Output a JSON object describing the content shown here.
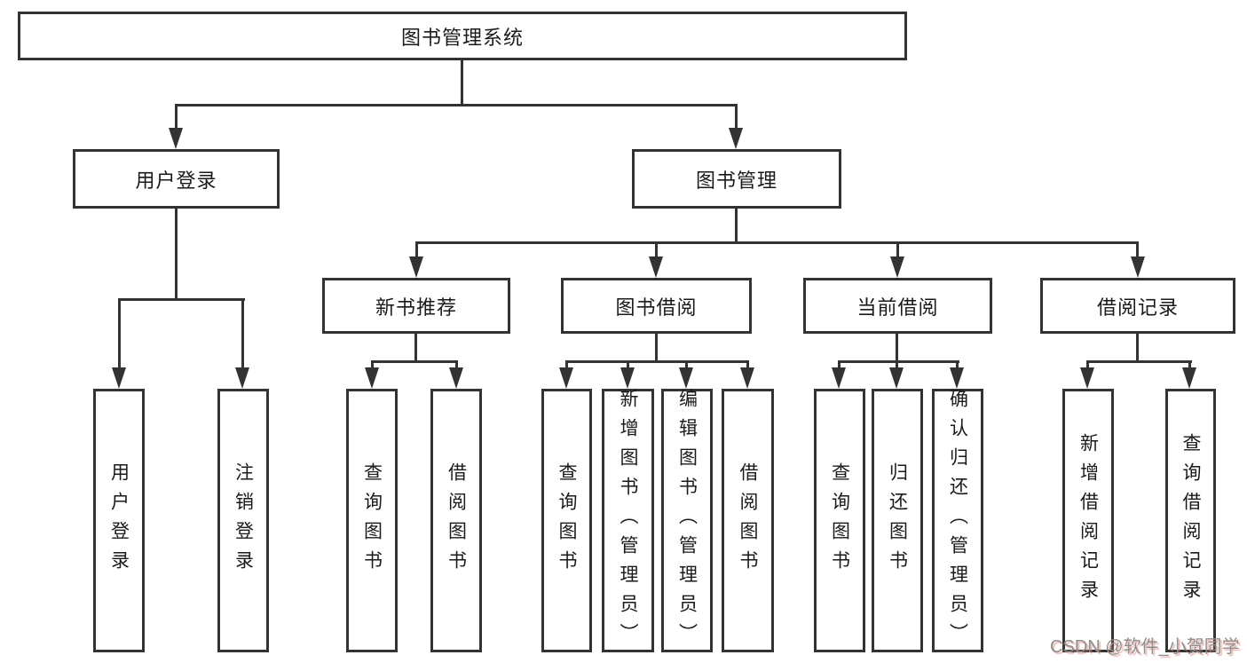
{
  "diagram": {
    "root_label": "图书管理系统",
    "branches": [
      {
        "label": "用户登录",
        "leaves": [
          "用户登录",
          "注销登录"
        ]
      },
      {
        "label": "图书管理",
        "groups": [
          {
            "label": "新书推荐",
            "leaves": [
              "查询图书",
              "借阅图书"
            ]
          },
          {
            "label": "图书借阅",
            "leaves": [
              "查询图书",
              "新增图书（管理员）",
              "编辑图书（管理员）",
              "借阅图书"
            ]
          },
          {
            "label": "当前借阅",
            "leaves": [
              "查询图书",
              "归还图书",
              "确认归还（管理员）"
            ]
          },
          {
            "label": "借阅记录",
            "leaves": [
              "新增借阅记录",
              "查询借阅记录"
            ]
          }
        ]
      }
    ]
  },
  "watermark": {
    "text": "CSDN @软件_小贺同学"
  },
  "colors": {
    "line": "#333333",
    "box_border": "#333333",
    "background": "#ffffff",
    "text": "#1a1a1a",
    "watermark_gray": "#8f8f8f",
    "watermark_red_shadow": "#d8766c"
  }
}
